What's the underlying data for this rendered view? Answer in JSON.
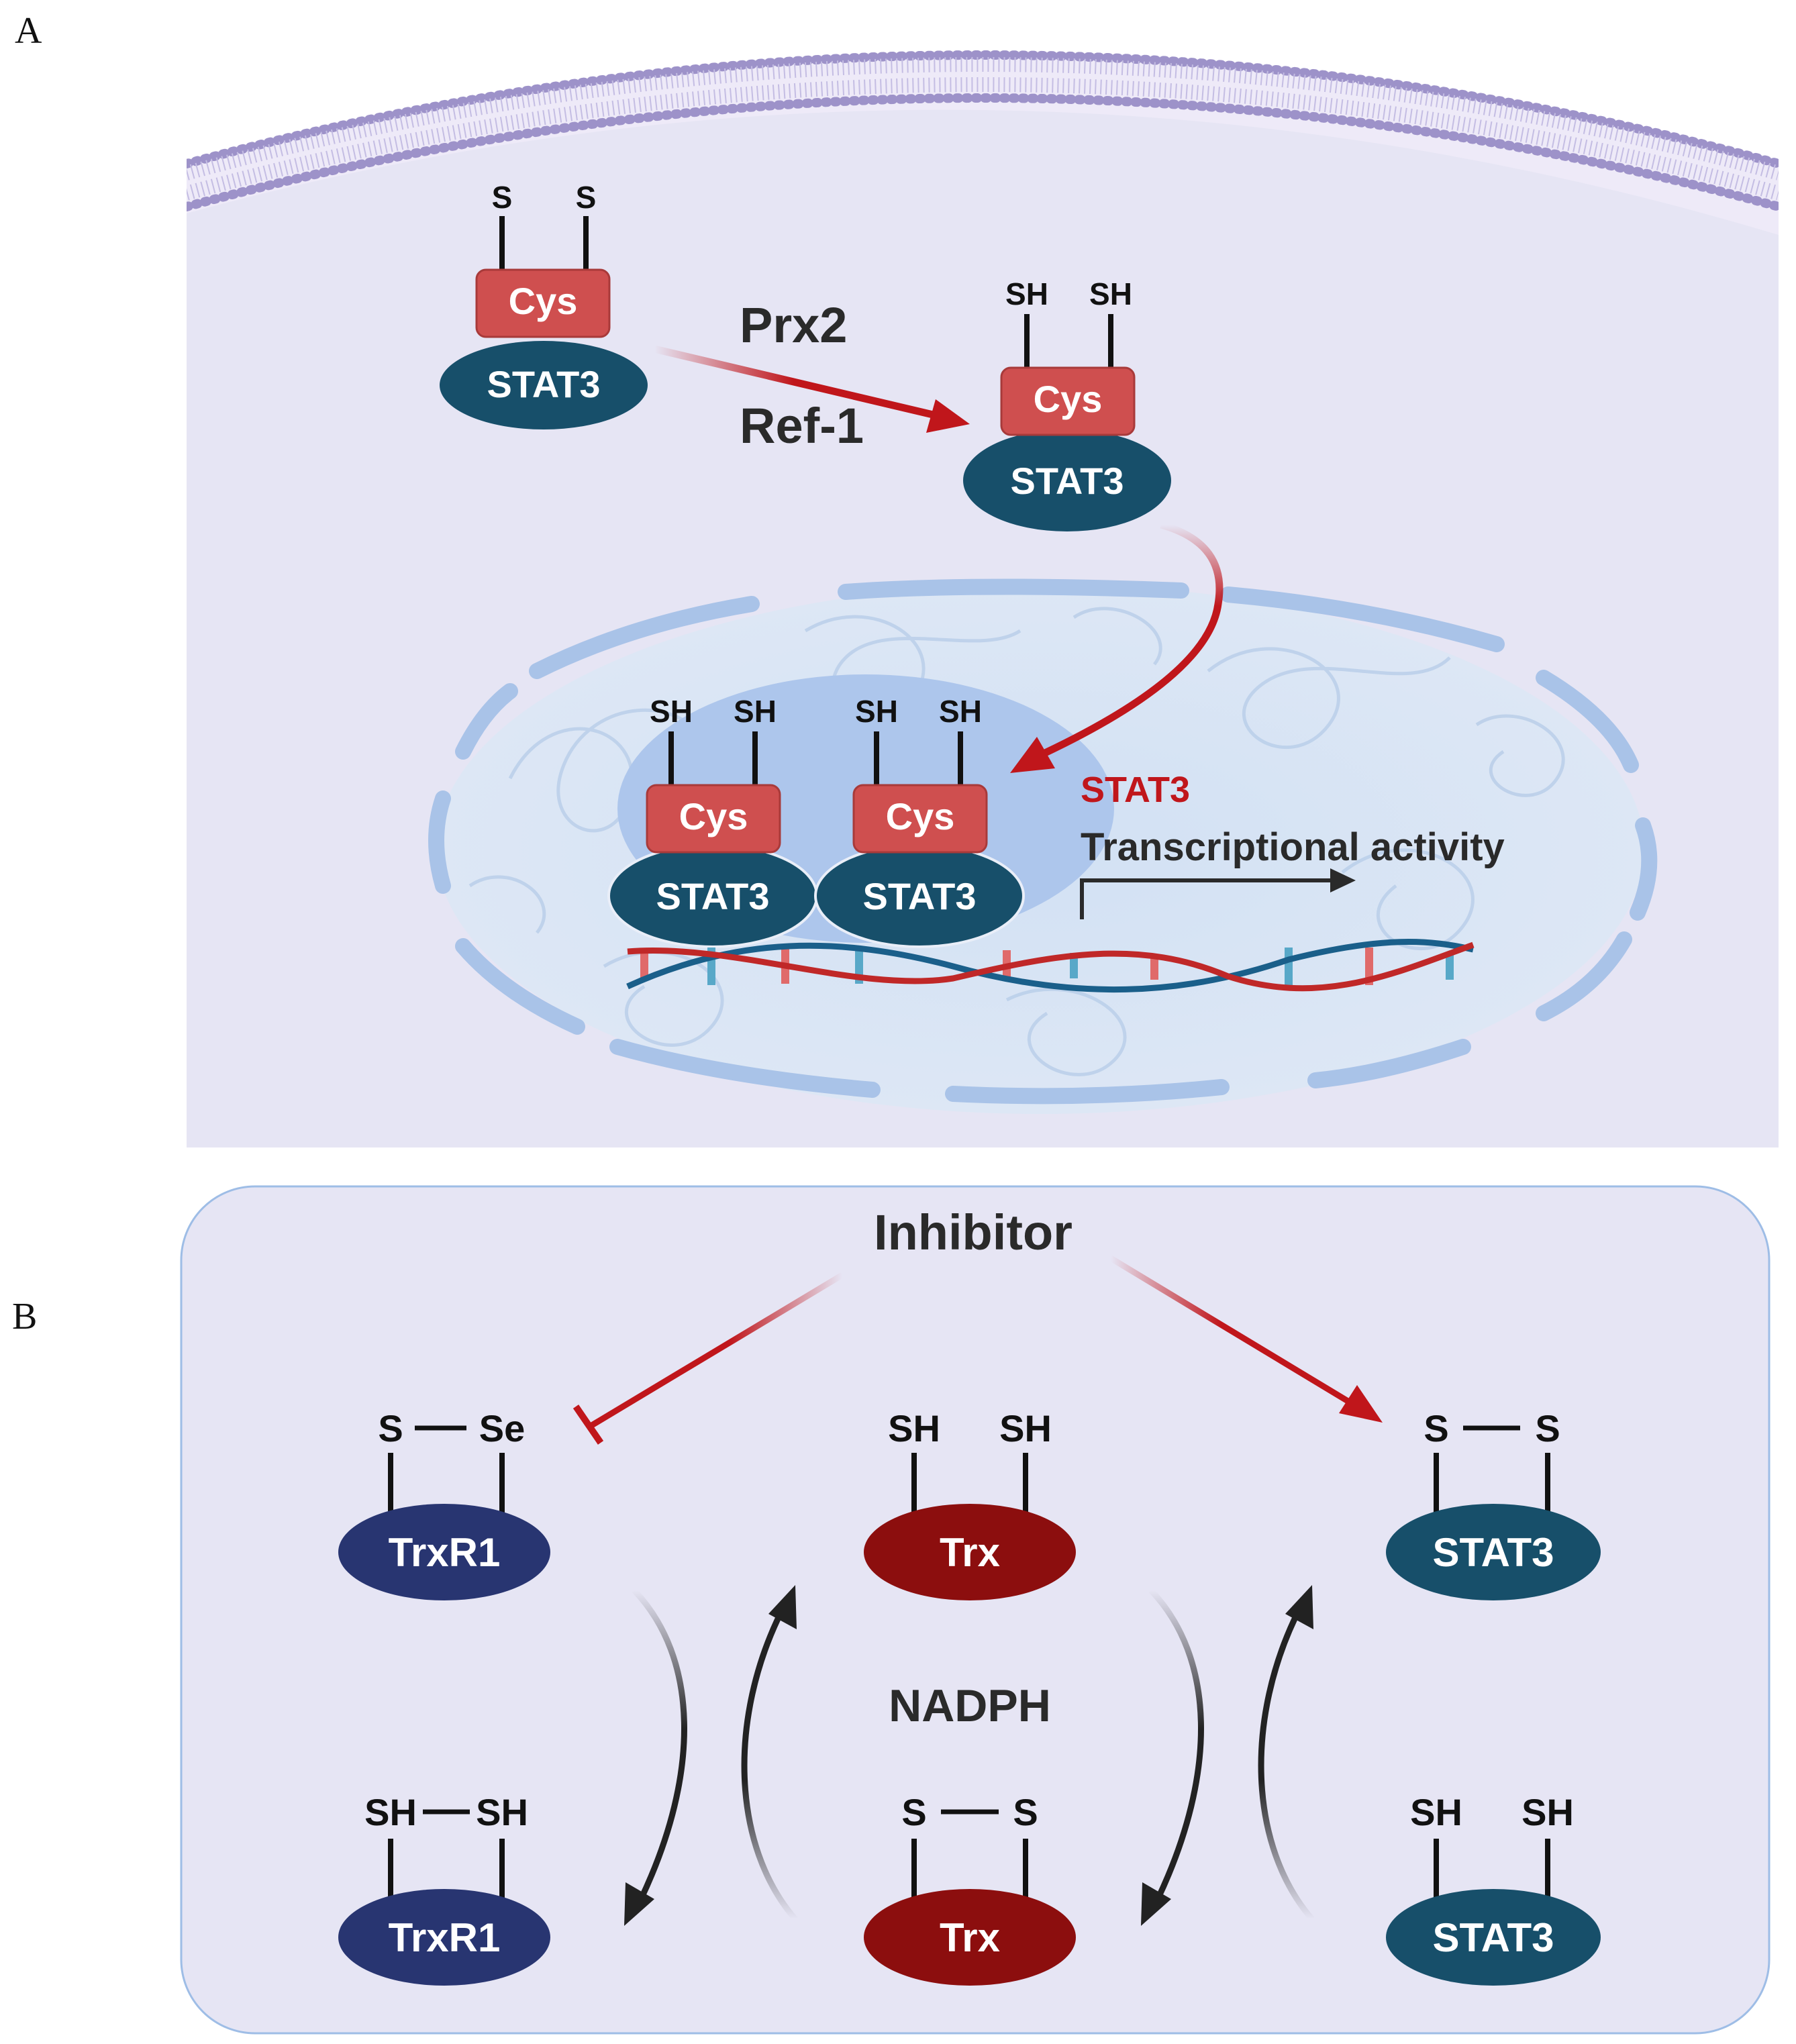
{
  "panels": {
    "a_label": "A",
    "b_label": "B"
  },
  "panel_a": {
    "oxidized_group_1": "S",
    "oxidized_group_2": "S",
    "reduced_group_1": "SH",
    "reduced_group_2": "SH",
    "cys_label": "Cys",
    "stat3_label": "STAT3",
    "enzyme_1": "Prx2",
    "enzyme_2": "Ref-1",
    "outcome_title": "STAT3",
    "outcome_subtitle": "Transcriptional activity"
  },
  "panel_b": {
    "inhibitor": "Inhibitor",
    "cofactor": "NADPH",
    "trxr1_label": "TrxR1",
    "trx_label": "Trx",
    "stat3_label": "STAT3",
    "trxr1_oxidized": [
      "S",
      "Se"
    ],
    "trxr1_reduced": [
      "SH",
      "SH"
    ],
    "trx_reduced": [
      "SH",
      "SH"
    ],
    "trx_oxidized": [
      "S",
      "S"
    ],
    "stat3_oxidized": [
      "S",
      "S"
    ],
    "stat3_reduced": [
      "SH",
      "SH"
    ]
  },
  "colors": {
    "cell_fill": "#e6e5f4",
    "membrane": "#9d92c9",
    "stat3_blue": "#174f6a",
    "cys_red": "#cf4f4f",
    "trxr1_navy": "#283571",
    "trx_darkred": "#8c0e0e",
    "arrow_red": "#c0161b",
    "nucleus_fill": "#d6e4f4",
    "envelope_blue": "#a9c3e8"
  }
}
